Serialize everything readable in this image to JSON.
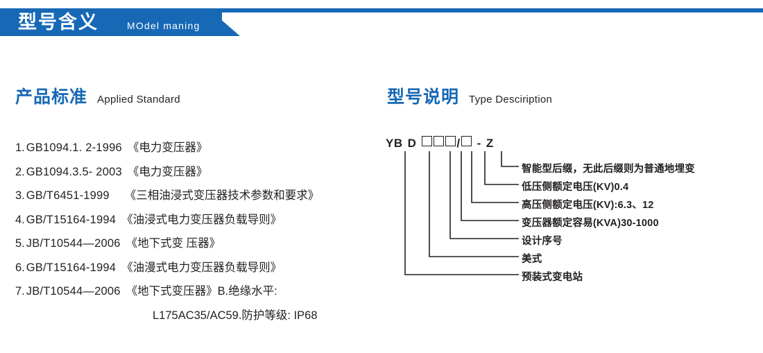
{
  "banner": {
    "title_cn": "型号含义",
    "title_en": "MOdel maning",
    "accent_color": "#1769b5"
  },
  "sections": {
    "standard": {
      "title_cn": "产品标准",
      "title_en": "Applied Standard",
      "items": [
        {
          "num": "1.",
          "code": "GB1094.1. 2-1996",
          "name": "《电力变压器》",
          "wide": false
        },
        {
          "num": "2.",
          "code": "GB1094.3.5- 2003",
          "name": "《电力变压器》",
          "wide": false
        },
        {
          "num": "3.",
          "code": "GB/T6451-1999",
          "name": "《三相油浸式变压器技术参数和要求》",
          "wide": true
        },
        {
          "num": "4.",
          "code": "GB/T15164-1994",
          "name": "《油浸式电力变压器负载导则》",
          "wide": false
        },
        {
          "num": "5.",
          "code": "JB/T10544—2006",
          "name": "《地下式变 压器》",
          "wide": false
        },
        {
          "num": "6.",
          "code": "GB/T15164-1994",
          "name": "《油漫式电力变压器负载导则》",
          "wide": false
        },
        {
          "num": "7.",
          "code": "JB/T10544—2006",
          "name": "《地下式变压器》B.绝缘水平:",
          "wide": false
        }
      ],
      "continuation": "L175AC35/AC59.防护等级: IP68"
    },
    "typecode": {
      "title_cn": "型号说明",
      "title_en": "Type Desciription",
      "code": {
        "prefix": "YB",
        "second": "D",
        "boxes_group1": 3,
        "slash": "/",
        "boxes_group2": 1,
        "dash": "-",
        "suffix": "Z"
      },
      "descriptions": [
        "智能型后缀，无此后缀则为普通地埋变",
        "低压侧额定电压(KV)0.4",
        "高压侧额定电压(KV):6.3、12",
        "变压器额定容易(KVA)30-1000",
        "设计序号",
        "美式",
        "预装式变电站"
      ]
    }
  }
}
